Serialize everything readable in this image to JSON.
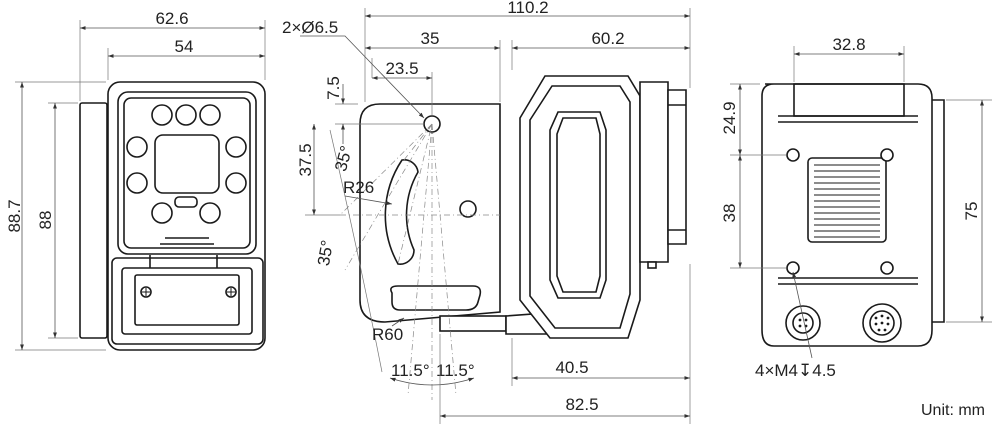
{
  "dimensions": {
    "front_width_outer": "62.6",
    "front_width_inner": "54",
    "front_height_outer": "88.7",
    "front_height_inner": "88",
    "holes": "2×Ø6.5",
    "side_total_length": "110.2",
    "side_bracket_width": "35",
    "side_hole_offset": "23.5",
    "side_body_length": "60.2",
    "side_top_offset": "7.5",
    "side_hole_height": "37.5",
    "angle_upper": "35°",
    "slot_radius": "R26",
    "angle_lower": "35°",
    "base_radius": "R60",
    "angle_left": "11.5°",
    "angle_right": "11.5°",
    "side_bottom_body": "40.5",
    "side_bottom_total": "82.5",
    "back_top_width": "32.8",
    "back_top_offset": "24.9",
    "back_hole_spacing": "38",
    "back_height": "75",
    "back_threads": "4×M4↧4.5"
  },
  "unit_label": "Unit: mm"
}
